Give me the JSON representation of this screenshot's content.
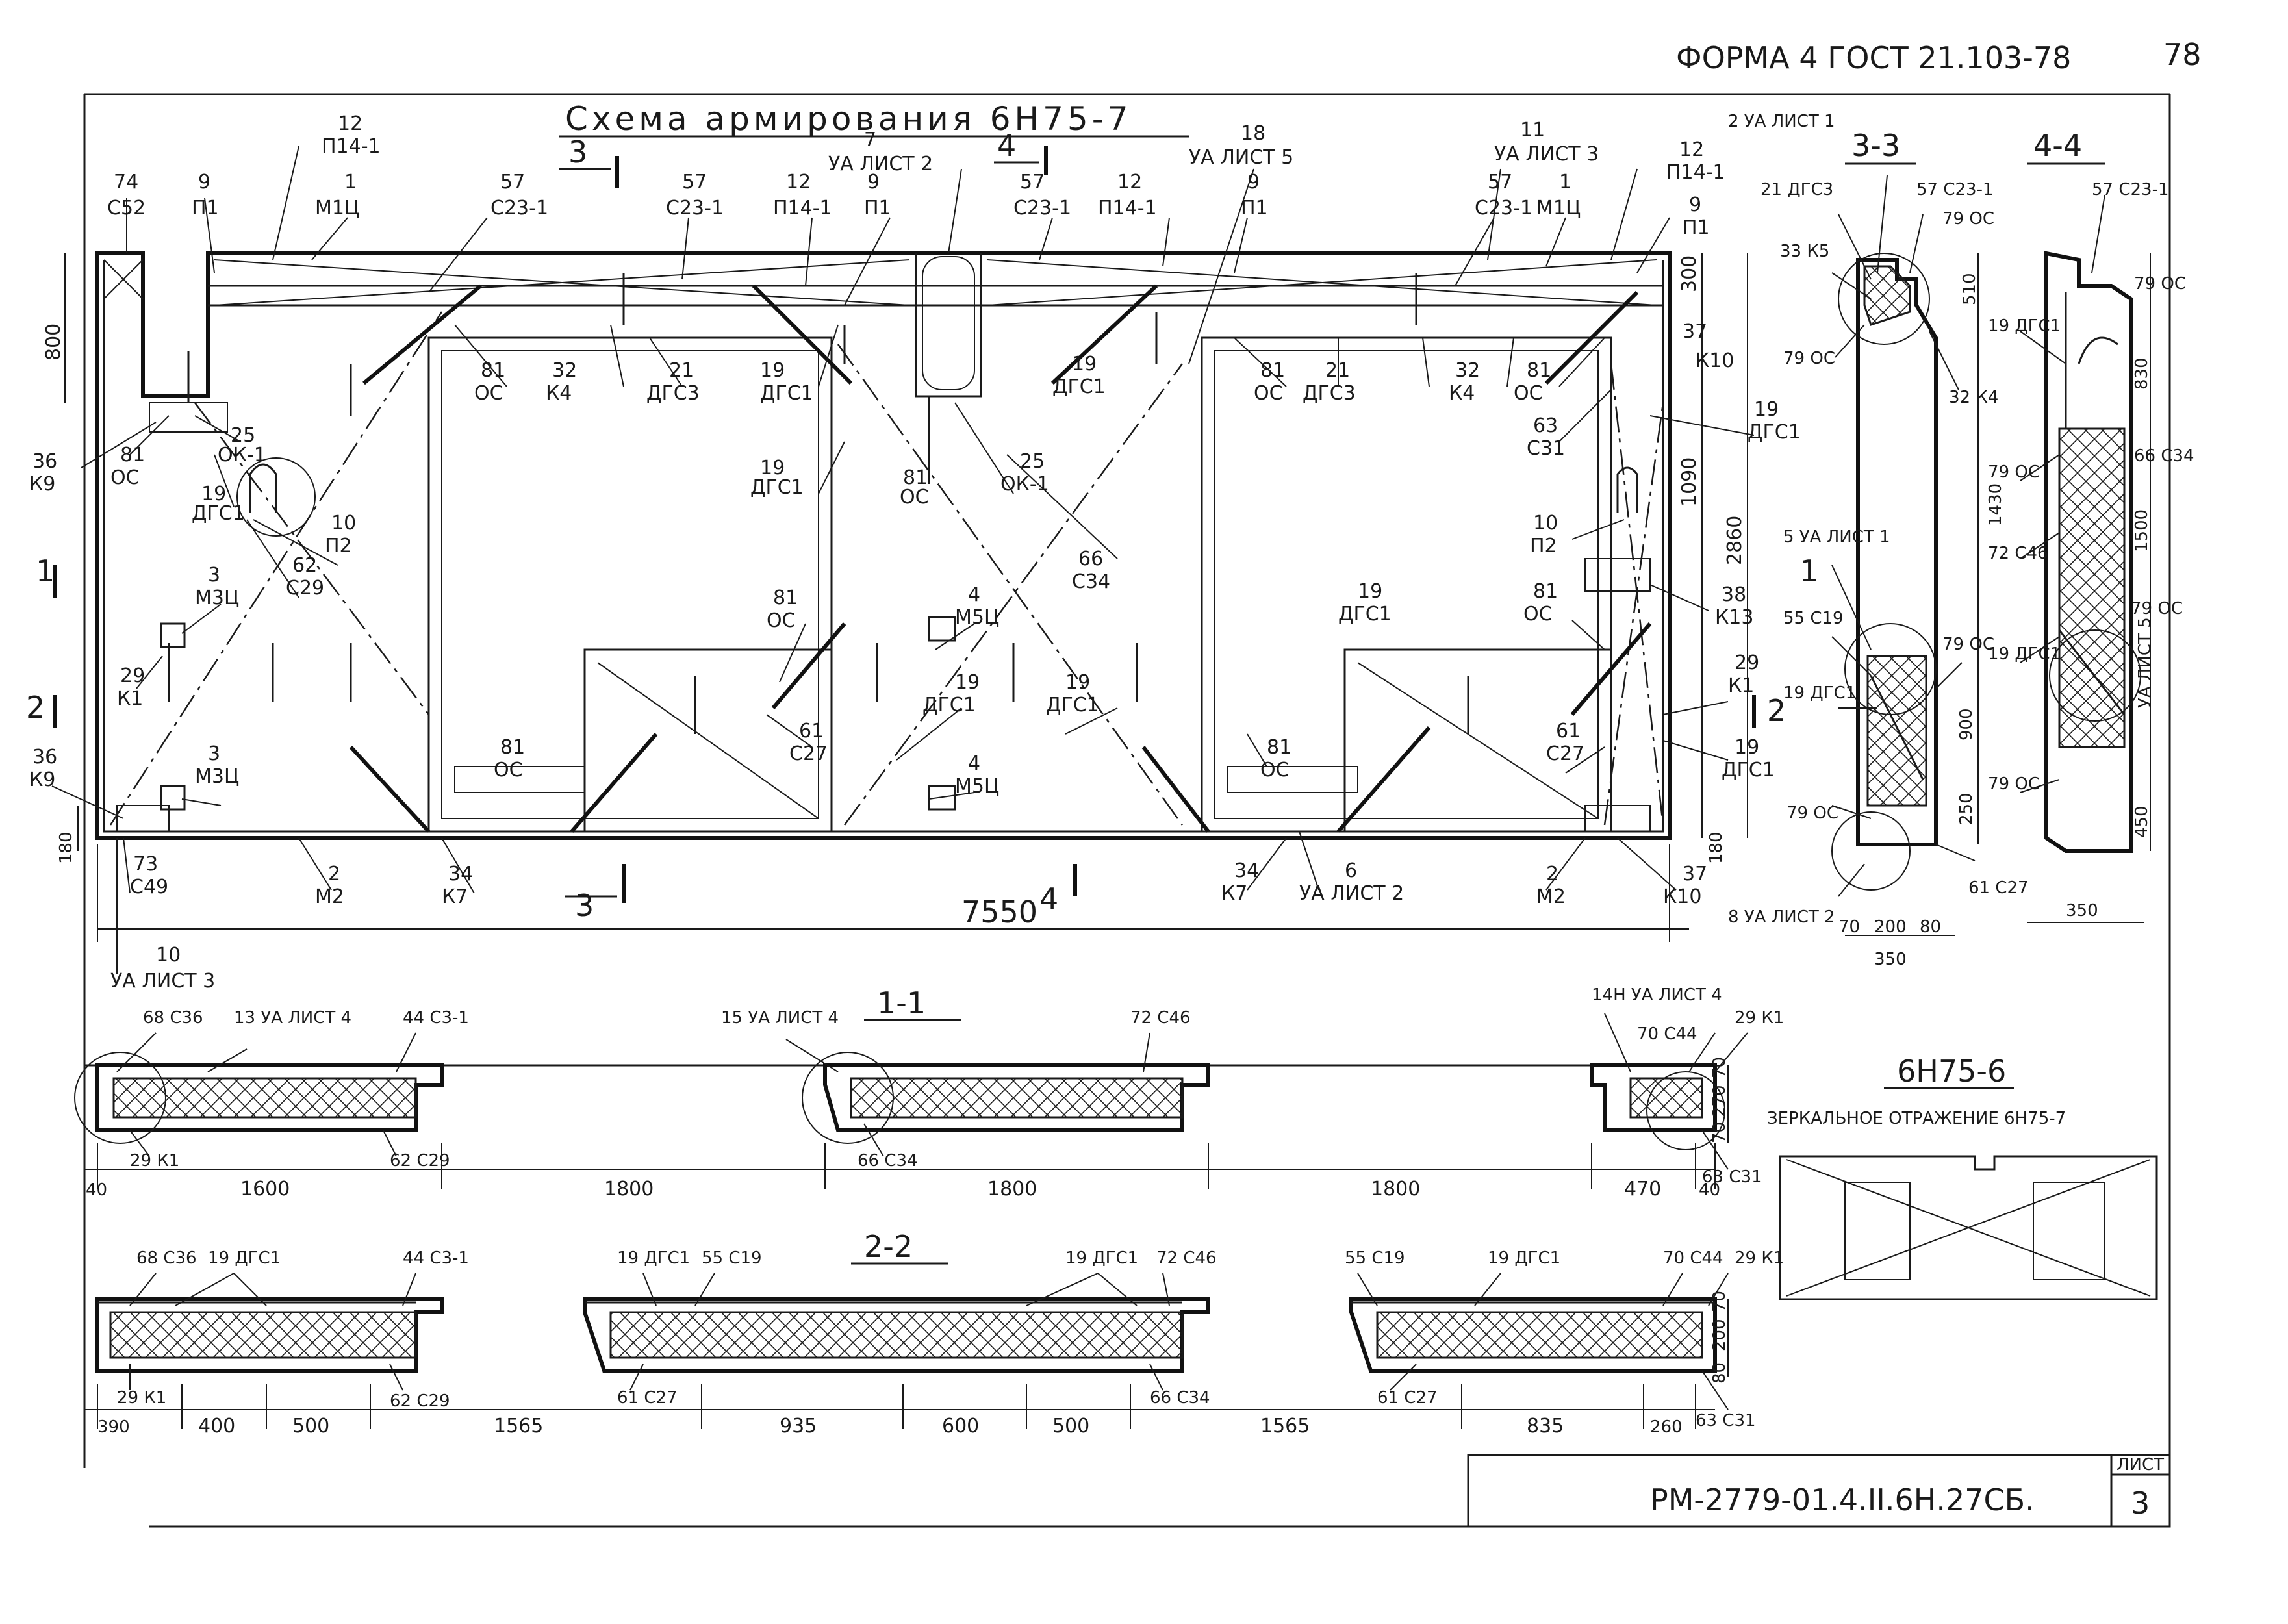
{
  "header": {
    "form_label": "ФОРМА 4 ГОСТ 21.103-78",
    "page_number": "78"
  },
  "plan": {
    "title": "Схема армирования 6Н75-7",
    "total_width": "7550",
    "dim_800": "800",
    "dim_300": "300",
    "dim_1090": "1090",
    "dim_2860": "2860",
    "dim_180_left": "180",
    "dim_180_right": "180",
    "section_1": "1",
    "section_2": "2",
    "section_3": "3",
    "section_4": "4",
    "callouts": [
      {
        "top": "74",
        "bottom": "С52"
      },
      {
        "top": "9",
        "bottom": "П1"
      },
      {
        "top": "12",
        "bottom": "П14-1"
      },
      {
        "top": "1",
        "bottom": "М1Ц"
      },
      {
        "top": "57",
        "bottom": "С23-1"
      },
      {
        "top": "57",
        "bottom": "С23-1"
      },
      {
        "top": "12",
        "bottom": "П14-1"
      },
      {
        "top": "9",
        "bottom": "П1"
      },
      {
        "top": "7",
        "bottom": "УА ЛИСТ 2"
      },
      {
        "top": "57",
        "bottom": "С23-1"
      },
      {
        "top": "12",
        "bottom": "П14-1"
      },
      {
        "top": "18",
        "bottom": "УА ЛИСТ 5"
      },
      {
        "top": "9",
        "bottom": "П1"
      },
      {
        "top": "11",
        "bottom": "УА ЛИСТ 3"
      },
      {
        "top": "57",
        "bottom": "С23-1"
      },
      {
        "top": "1",
        "bottom": "М1Ц"
      },
      {
        "top": "12",
        "bottom": "П14-1"
      },
      {
        "top": "9",
        "bottom": "П1"
      },
      {
        "top": "36",
        "bottom": "К9"
      },
      {
        "top": "81",
        "bottom": "ОС"
      },
      {
        "top": "25",
        "bottom": "ОК-1"
      },
      {
        "top": "19",
        "bottom": "ДГС1"
      },
      {
        "top": "10",
        "bottom": "П2"
      },
      {
        "top": "62",
        "bottom": "С29"
      },
      {
        "top": "3",
        "bottom": "М3Ц"
      },
      {
        "top": "29",
        "bottom": "К1"
      },
      {
        "top": "36",
        "bottom": "К9"
      },
      {
        "top": "3",
        "bottom": "М3Ц"
      },
      {
        "top": "73",
        "bottom": "С49"
      },
      {
        "top": "2",
        "bottom": "М2"
      },
      {
        "top": "34",
        "bottom": "К7"
      },
      {
        "top": "81",
        "bottom": "ОС"
      },
      {
        "top": "32",
        "bottom": "К4"
      },
      {
        "top": "21",
        "bottom": "ДГС3"
      },
      {
        "top": "81",
        "bottom": "ОС"
      },
      {
        "top": "19",
        "bottom": "ДГС1"
      },
      {
        "top": "81",
        "bottom": "ОС"
      },
      {
        "top": "25",
        "bottom": "ОК-1"
      },
      {
        "top": "19",
        "bottom": "ДГС1"
      },
      {
        "top": "66",
        "bottom": "С34"
      },
      {
        "top": "81",
        "bottom": "ОС"
      },
      {
        "top": "4",
        "bottom": "М5Ц"
      },
      {
        "top": "19",
        "bottom": "ДГС1"
      },
      {
        "top": "61",
        "bottom": "С27"
      },
      {
        "top": "4",
        "bottom": "М5Ц"
      },
      {
        "top": "19",
        "bottom": "ДГС1"
      },
      {
        "top": "19",
        "bottom": "ДГС1"
      },
      {
        "top": "81",
        "bottom": "ОС"
      },
      {
        "top": "21",
        "bottom": "ДГС3"
      },
      {
        "top": "32",
        "bottom": "К4"
      },
      {
        "top": "81",
        "bottom": "ОС"
      },
      {
        "top": "63",
        "bottom": "С31"
      },
      {
        "top": "19",
        "bottom": "ДГС1"
      },
      {
        "top": "10",
        "bottom": "П2"
      },
      {
        "top": "19",
        "bottom": "ДГС1"
      },
      {
        "top": "81",
        "bottom": "ОС"
      },
      {
        "top": "38",
        "bottom": "К13"
      },
      {
        "top": "29",
        "bottom": "К1"
      },
      {
        "top": "19",
        "bottom": "ДГС1"
      },
      {
        "top": "61",
        "bottom": "С27"
      },
      {
        "top": "81",
        "bottom": "ОС"
      },
      {
        "top": "34",
        "bottom": "К7"
      },
      {
        "top": "6",
        "bottom": "УА ЛИСТ 2"
      },
      {
        "top": "2",
        "bottom": "М2"
      },
      {
        "top": "37",
        "bottom": "К10"
      },
      {
        "top": "37",
        "bottom": "К10"
      },
      {
        "top": "10",
        "bottom": "УА ЛИСТ 3"
      }
    ]
  },
  "section_3_3": {
    "title": "3-3",
    "callouts": [
      "2 УА ЛИСТ 1",
      "21 ДГС3",
      "57 С23-1",
      "79 ОС",
      "33 К5",
      "79 ОС",
      "32 К4",
      "5 УА ЛИСТ 1",
      "55 С19",
      "19 ДГС1",
      "79 ОС",
      "79 ОС",
      "61 С27",
      "8 УА ЛИСТ 2"
    ],
    "dims": [
      "510",
      "1430",
      "900",
      "250",
      "70",
      "200",
      "80",
      "350"
    ]
  },
  "section_4_4": {
    "title": "4-4",
    "callouts": [
      "57 С23-1",
      "79 ОС",
      "19 ДГС1",
      "66 С34",
      "79 ОС",
      "72 С46",
      "79 ОС",
      "19 ДГС1",
      "79 ОС"
    ],
    "dims": [
      "830",
      "1500",
      "450",
      "350"
    ],
    "side_note": "УА ЛИСТ 5"
  },
  "section_1_1": {
    "title": "1-1",
    "callouts": [
      "68 С36",
      "13 УА ЛИСТ 4",
      "44 С3-1",
      "15 УА ЛИСТ 4",
      "72 С46",
      "14Н УА ЛИСТ 4",
      "70 С44",
      "29 К1",
      "29 К1",
      "62 С29",
      "66 С34",
      "63 С31"
    ],
    "dims": [
      "40",
      "1600",
      "1800",
      "1800",
      "1800",
      "470",
      "40",
      "70",
      "270",
      "70"
    ]
  },
  "section_2_2": {
    "title": "2-2",
    "callouts": [
      "68 С36",
      "19 ДГС1",
      "44 С3-1",
      "19 ДГС1",
      "55 С19",
      "19 ДГС1",
      "72 С46",
      "55 С19",
      "19 ДГС1",
      "70 С44",
      "29 К1",
      "29 К1",
      "62 С29",
      "61 С27",
      "66 С34",
      "61 С27",
      "63 С31"
    ],
    "dims": [
      "390",
      "400",
      "500",
      "1565",
      "935",
      "600",
      "500",
      "1565",
      "835",
      "260",
      "70",
      "200",
      "80"
    ]
  },
  "mirror": {
    "title": "6Н75-6",
    "subtitle": "ЗЕРКАЛЬНОЕ ОТРАЖЕНИЕ 6Н75-7"
  },
  "stamp": {
    "code": "РМ-2779-01.4.II.6Н.27СБ.",
    "sheet_label": "ЛИСТ",
    "sheet_number": "3"
  }
}
